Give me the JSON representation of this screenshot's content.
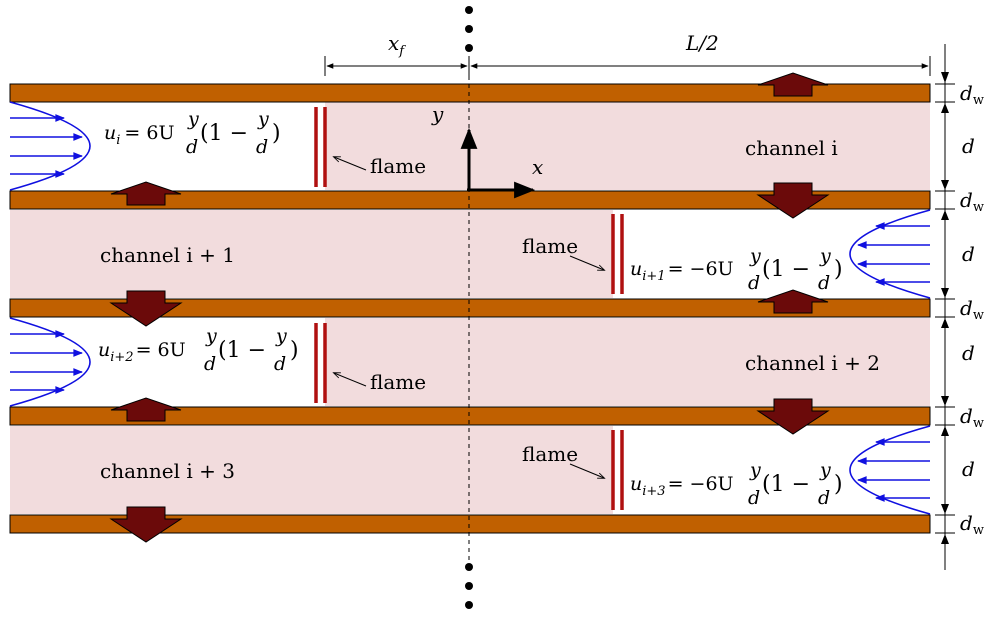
{
  "dims": {
    "xf": "x",
    "xf_sub": "f",
    "half_length": "L/2",
    "d": "d",
    "dw": "d",
    "dw_sub": "w"
  },
  "axes": {
    "x": "x",
    "y": "y"
  },
  "flame_label": "flame",
  "channels": [
    {
      "name": "channel i",
      "eq_u": "u",
      "eq_sub": "i",
      "eq_rhs": "= 6U",
      "eq_num": "y",
      "eq_den": "d",
      "eq_paren_open": "(1 −",
      "eq_paren_num": "y",
      "eq_paren_den": "d",
      "eq_paren_close": ")"
    },
    {
      "name": "channel i + 1",
      "eq_u": "u",
      "eq_sub": "i+1",
      "eq_rhs": "= −6U",
      "eq_num": "y",
      "eq_den": "d",
      "eq_paren_open": "(1 −",
      "eq_paren_num": "y",
      "eq_paren_den": "d",
      "eq_paren_close": ")"
    },
    {
      "name": "channel i + 2",
      "eq_u": "u",
      "eq_sub": "i+2",
      "eq_rhs": "= 6U",
      "eq_num": "y",
      "eq_den": "d",
      "eq_paren_open": "(1 −",
      "eq_paren_num": "y",
      "eq_paren_den": "d",
      "eq_paren_close": ")"
    },
    {
      "name": "channel i + 3",
      "eq_u": "u",
      "eq_sub": "i+3",
      "eq_rhs": "= −6U",
      "eq_num": "y",
      "eq_den": "d",
      "eq_paren_open": "(1 −",
      "eq_paren_num": "y",
      "eq_paren_den": "d",
      "eq_paren_close": ")"
    }
  ],
  "colors": {
    "wall": "#C06000",
    "channel_fill": "#F2DCDD",
    "flame": "#B01010",
    "heat_arrow": "#6B0A0A",
    "velocity": "#1010E0"
  }
}
